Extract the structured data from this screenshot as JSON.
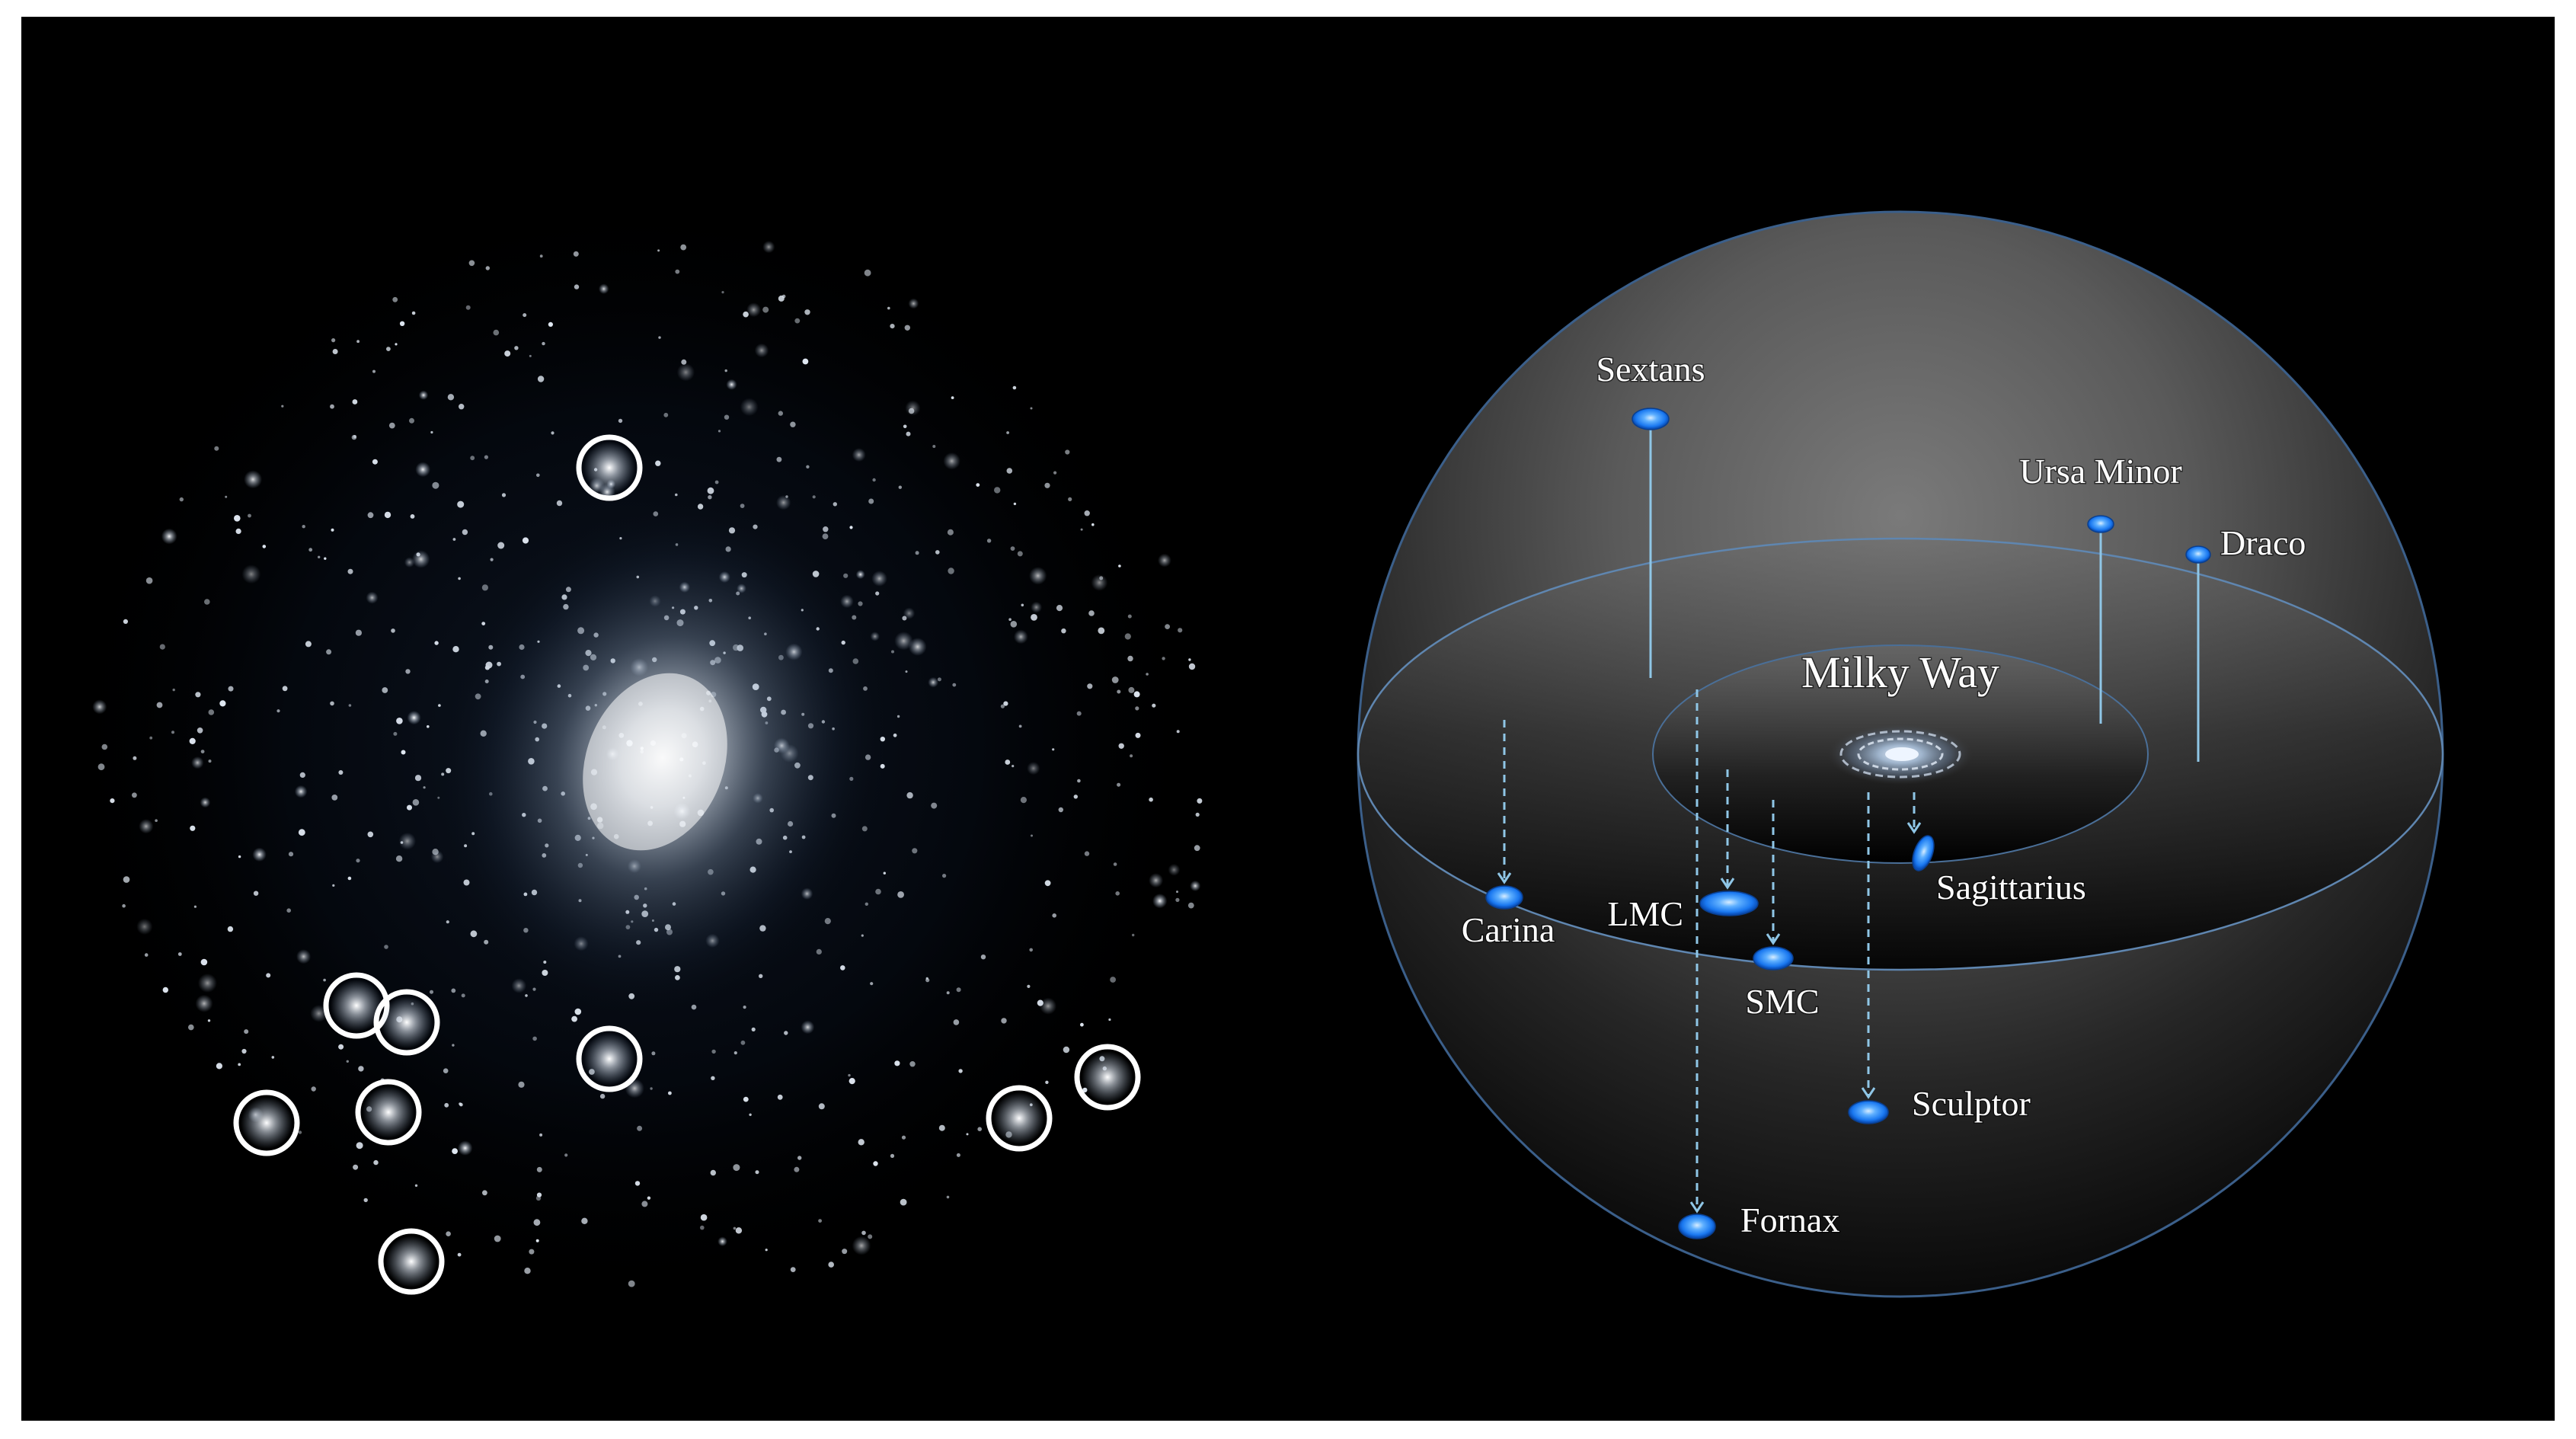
{
  "center_label": "Milky Way",
  "satellites": [
    {
      "name": "Sextans",
      "marker": "blue-ellipse"
    },
    {
      "name": "Ursa Minor",
      "marker": "blue-ellipse"
    },
    {
      "name": "Draco",
      "marker": "blue-ellipse"
    },
    {
      "name": "Carina",
      "marker": "blue-ellipse"
    },
    {
      "name": "LMC",
      "marker": "blue-ellipse"
    },
    {
      "name": "SMC",
      "marker": "blue-ellipse"
    },
    {
      "name": "Sagittarius",
      "marker": "blue-ellipse"
    },
    {
      "name": "Sculptor",
      "marker": "blue-ellipse"
    },
    {
      "name": "Fornax",
      "marker": "blue-ellipse"
    }
  ],
  "colors": {
    "background": "#000000",
    "frame": "#ffffff",
    "marker_blue": "#2a8cff",
    "marker_core": "#cfe8ff",
    "leader_line": "#8fc6e6",
    "sphere_edge": "#3b5f8a",
    "halo_circle": "#ffffff"
  },
  "icons": {
    "halo_marker": "white-ring-icon",
    "satellite_marker": "blue-disk-icon",
    "galaxy": "spiral-galaxy-icon"
  }
}
